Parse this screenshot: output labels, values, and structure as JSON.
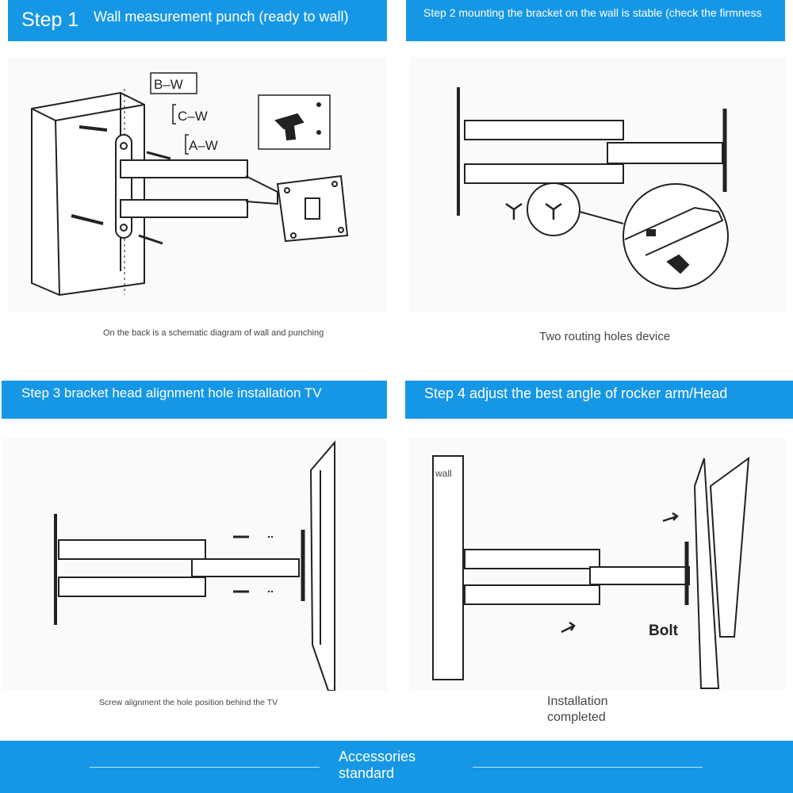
{
  "steps": [
    {
      "number": "Step 1",
      "title": "Wall measurement punch (ready to wall)",
      "caption": "On the back is a schematic diagram of wall and punching"
    },
    {
      "title": "Step 2 mounting the bracket on the wall is stable (check the firmness",
      "caption": "Two routing holes device"
    },
    {
      "title": "Step 3 bracket head alignment hole installation TV",
      "caption": "Screw alignment the hole position behind the TV"
    },
    {
      "title": "Step 4 adjust the best angle of rocker arm/Head",
      "caption": "Installation completed"
    }
  ],
  "diagram_labels": {
    "wb": "B–W",
    "wc": "C–W",
    "wa": "A–W",
    "wall": "wall",
    "bolt": "Bolt"
  },
  "footer": {
    "title": "Accessories standard"
  },
  "colors": {
    "banner": "#1697e6",
    "background": "#ffffff"
  }
}
